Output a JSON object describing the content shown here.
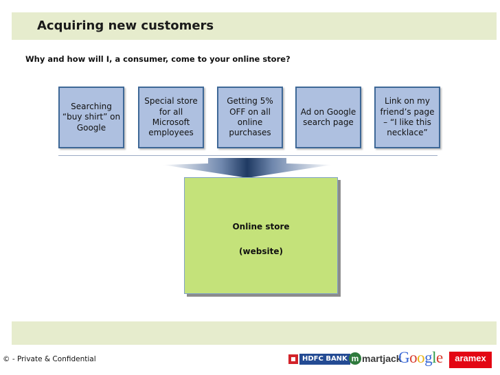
{
  "slide": {
    "title": "Acquiring new customers",
    "subtitle": "Why and how will I, a consumer, come to your online store?"
  },
  "sources": [
    "Searching “buy shirt” on Google",
    "Special store for all Microsoft employees",
    "Getting 5% OFF on all online purchases",
    "Ad on Google search page",
    "Link on my friend’s page – “I like this necklace”"
  ],
  "store": {
    "line1": "Online store",
    "line2": "(website)"
  },
  "footer": {
    "copyright": "© - Private & Confidential",
    "logos": {
      "hdfc": "HDFC BANK",
      "martjack": "martjack",
      "google": "Google",
      "aramex": "aramex"
    }
  },
  "colors": {
    "title_bar": "#e6eccd",
    "source_box_fill": "#aec0e0",
    "source_box_border": "#3d6796",
    "store_fill": "#c4e27a",
    "funnel": "#1f3a63"
  }
}
